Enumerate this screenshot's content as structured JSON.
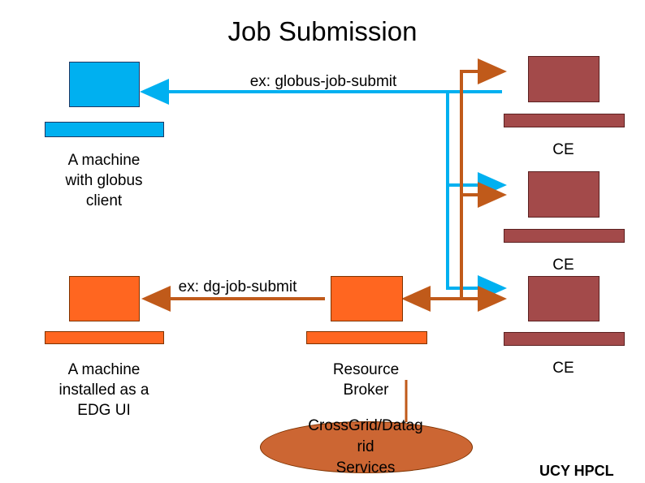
{
  "slide": {
    "title": "Job Submission",
    "footer": "UCY HPCL"
  },
  "labels": {
    "globus_submit": "ex: globus-job-submit",
    "dg_submit": "ex: dg-job-submit",
    "machine_globus": "A machine\nwith globus\nclient",
    "machine_edg": "A machine\ninstalled as a\nEDG UI",
    "resource_broker": "Resource\nBroker",
    "crossgrid": "CrossGrid/Datagrid\nServices",
    "ce1": "CE",
    "ce2": "CE",
    "ce3": "CE"
  },
  "machine_globus_lines": [
    "A machine",
    "with globus",
    "client"
  ],
  "machine_edg_lines": [
    "A machine",
    "installed as a",
    "EDG UI"
  ],
  "resource_broker_lines": [
    "Resource",
    "Broker"
  ],
  "crossgrid_lines": [
    "CrossGrid/Datag",
    "rid",
    "Services"
  ],
  "colors": {
    "blue": "#00b0f0",
    "orange": "#ff6620",
    "maroon": "#a34a4a",
    "ellipse": "#cc6633",
    "arrow_blue": "#00b0f0",
    "arrow_orange": "#c05a1a",
    "text": "#000000"
  }
}
